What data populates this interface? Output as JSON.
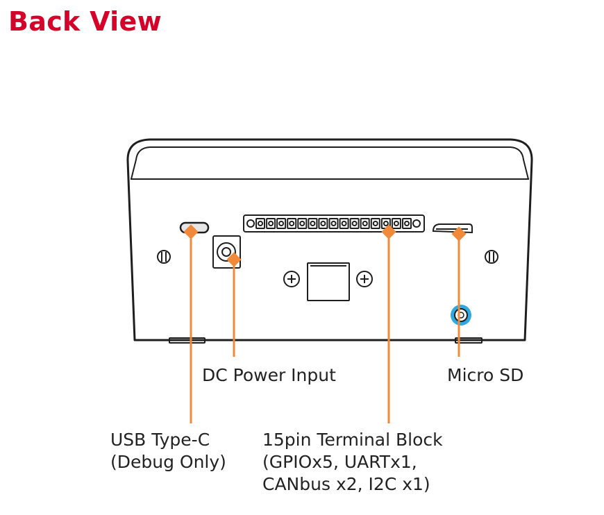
{
  "title": "Back View",
  "colors": {
    "title": "#d4002a",
    "callout": "#f08a3a",
    "outline": "#1e1e1e",
    "ground": "#2fa9e0",
    "text": "#222222"
  },
  "labels": {
    "usb": [
      "USB Type-C",
      "(Debug Only)"
    ],
    "dc_power": [
      "DC Power Input"
    ],
    "terminal_block": [
      "15pin Terminal Block",
      "(GPIOx5, UARTx1,",
      "CANbus x2, I2C x1)"
    ],
    "micro_sd": [
      "Micro SD"
    ]
  },
  "terminal_block": {
    "pins": 15
  }
}
